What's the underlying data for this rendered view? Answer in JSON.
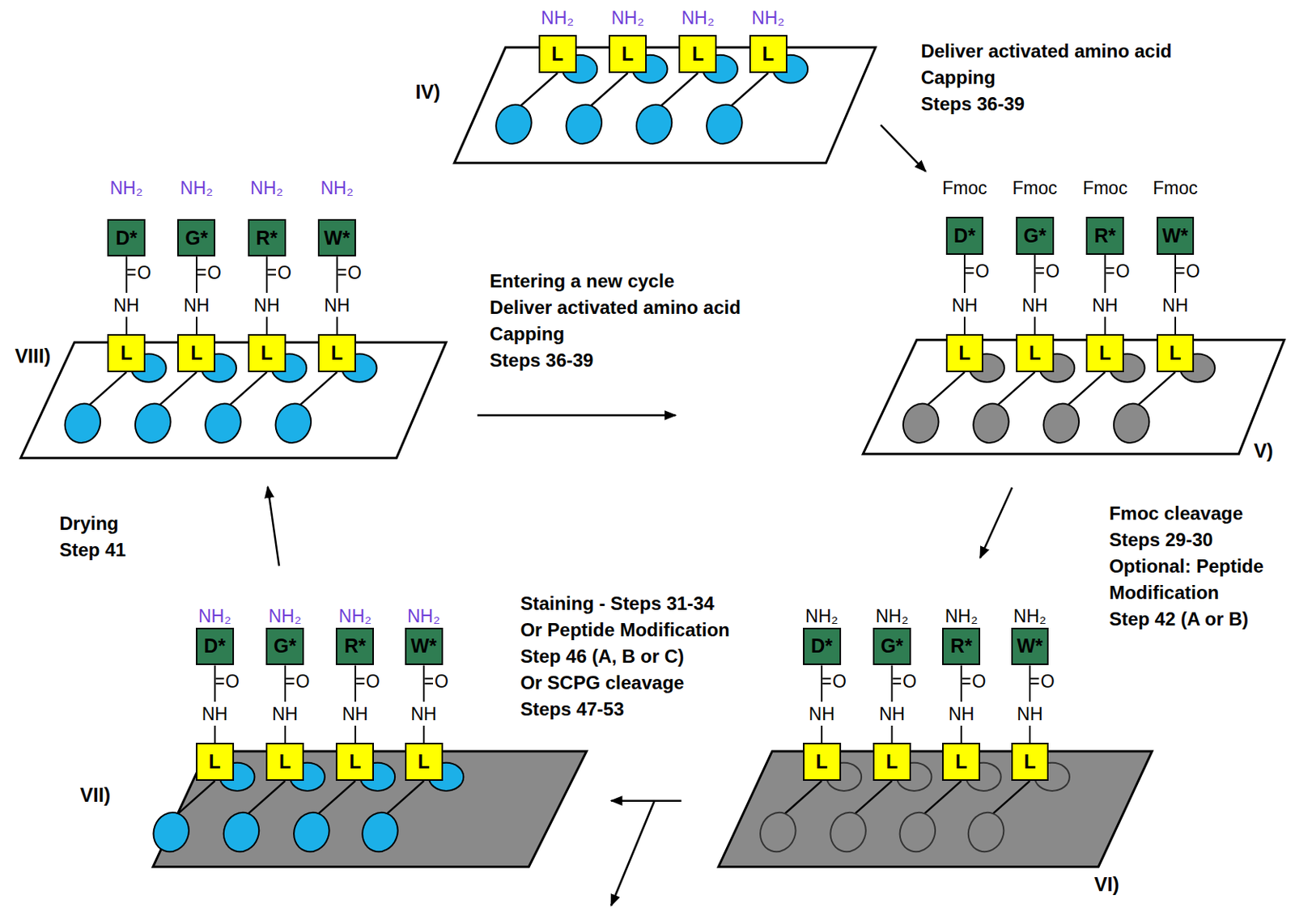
{
  "diagram": {
    "nodes": [
      {
        "text": [
          "IV)"
        ]
      },
      {
        "text": [
          "L"
        ],
        "in": 0
      },
      {
        "text": [
          "L"
        ],
        "in": 0
      },
      {
        "text": [
          "L"
        ],
        "in": 0
      },
      {
        "text": [
          "L"
        ],
        "in": 0
      },
      {
        "text": [
          "V)"
        ]
      },
      {
        "text": [
          "D*"
        ],
        "in": 5
      },
      {
        "text": [
          "G*"
        ],
        "in": 5
      },
      {
        "text": [
          "R*"
        ],
        "in": 5
      },
      {
        "text": [
          "W*"
        ],
        "in": 5
      },
      {
        "text": [
          "L"
        ],
        "in": 5
      },
      {
        "text": [
          "L"
        ],
        "in": 5
      },
      {
        "text": [
          "L"
        ],
        "in": 5
      },
      {
        "text": [
          "L"
        ],
        "in": 5
      },
      {
        "text": [
          "VI)"
        ]
      },
      {
        "text": [
          "D*"
        ],
        "in": 14
      },
      {
        "text": [
          "G*"
        ],
        "in": 14
      },
      {
        "text": [
          "R*"
        ],
        "in": 14
      },
      {
        "text": [
          "W*"
        ],
        "in": 14
      },
      {
        "text": [
          "L"
        ],
        "in": 14
      },
      {
        "text": [
          "L"
        ],
        "in": 14
      },
      {
        "text": [
          "L"
        ],
        "in": 14
      },
      {
        "text": [
          "L"
        ],
        "in": 14
      },
      {
        "text": [
          "VII)"
        ]
      },
      {
        "text": [
          "D*"
        ],
        "in": 23
      },
      {
        "text": [
          "G*"
        ],
        "in": 23
      },
      {
        "text": [
          "R*"
        ],
        "in": 23
      },
      {
        "text": [
          "W*"
        ],
        "in": 23
      },
      {
        "text": [
          "L"
        ],
        "in": 23
      },
      {
        "text": [
          "L"
        ],
        "in": 23
      },
      {
        "text": [
          "L"
        ],
        "in": 23
      },
      {
        "text": [
          "L"
        ],
        "in": 23
      },
      {
        "text": [
          "VIII)"
        ]
      },
      {
        "text": [
          "D*"
        ],
        "in": 32
      },
      {
        "text": [
          "G*"
        ],
        "in": 32
      },
      {
        "text": [
          "R*"
        ],
        "in": 32
      },
      {
        "text": [
          "W*"
        ],
        "in": 32
      },
      {
        "text": [
          "L"
        ],
        "in": 32
      },
      {
        "text": [
          "L"
        ],
        "in": 32
      },
      {
        "text": [
          "L"
        ],
        "in": 32
      },
      {
        "text": [
          "L"
        ],
        "in": 32
      }
    ],
    "edges": [
      {
        "from": 0,
        "to": 5,
        "arrow": "to",
        "label": "Deliver activated amino acid Capping Steps 36-39"
      },
      {
        "from": 5,
        "to": 14,
        "arrow": "to",
        "label": "Fmoc cleavage Steps 29-30 Optional: Peptide Modification Step 42 (A or B)"
      },
      {
        "from": 14,
        "to": 23,
        "arrow": "to",
        "label": "Staining - Steps 31-34 Or Peptide Modification Step 46 (A, B or C) Or SCPG cleavage Steps 47-53"
      },
      {
        "from": 23,
        "to": 32,
        "arrow": "to",
        "label": "Drying Step 41"
      },
      {
        "from": 32,
        "to": 5,
        "arrow": "to",
        "label": "Entering a new cycle Deliver activated amino acid Capping Steps 36-39"
      }
    ],
    "labels": [
      "NH₂",
      "NH₂",
      "NH₂",
      "NH₂",
      "Fmoc",
      "Fmoc",
      "Fmoc",
      "Fmoc",
      "O",
      "O",
      "O",
      "O",
      "NH",
      "NH",
      "NH",
      "NH",
      "NH₂",
      "NH₂",
      "NH₂",
      "NH₂",
      "O",
      "O",
      "O",
      "O",
      "NH",
      "NH",
      "NH",
      "NH",
      "NH₂",
      "NH₂",
      "NH₂",
      "NH₂",
      "O",
      "O",
      "O",
      "O",
      "NH",
      "NH",
      "NH",
      "NH",
      "NH₂",
      "NH₂",
      "NH₂",
      "NH₂",
      "O",
      "O",
      "O",
      "O",
      "NH",
      "NH",
      "NH",
      "NH"
    ]
  }
}
